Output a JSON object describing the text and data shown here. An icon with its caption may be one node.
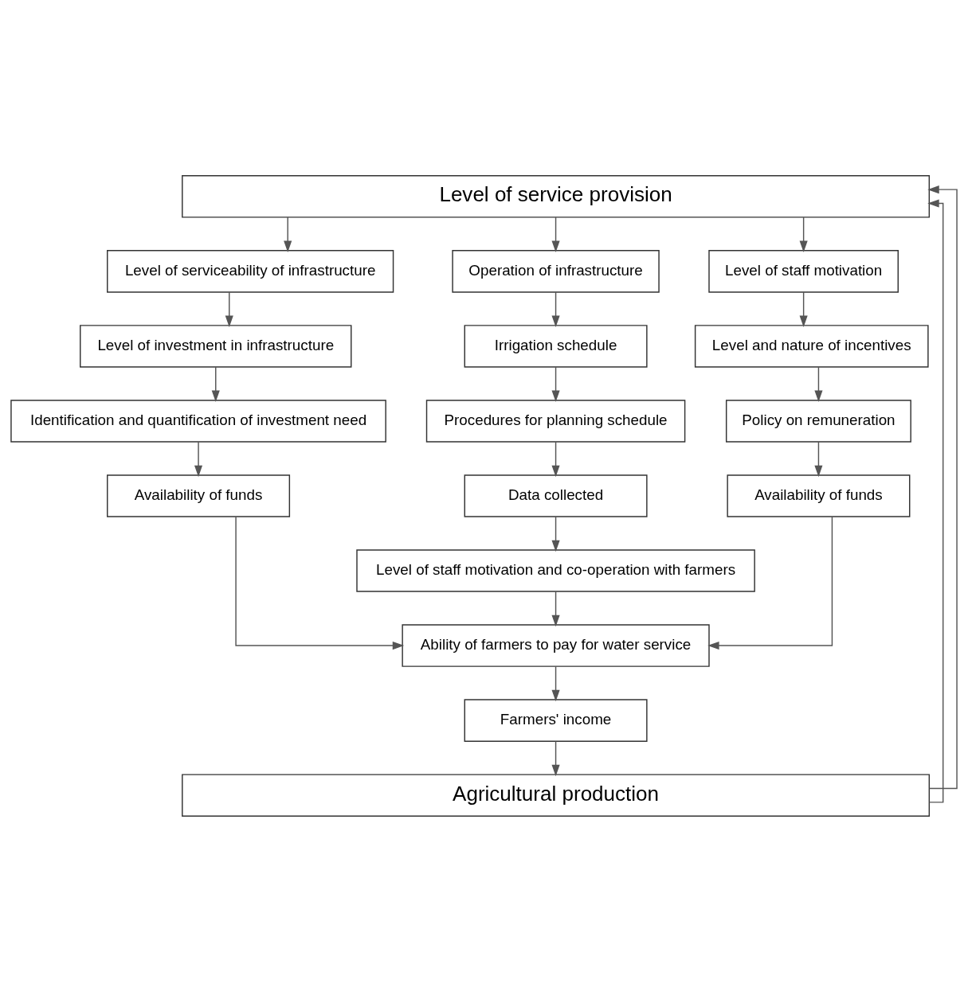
{
  "diagram": {
    "nodes": [
      {
        "text": [
          "Level of service provision"
        ]
      },
      {
        "text": [
          "Level of serviceability of infrastructure"
        ]
      },
      {
        "text": [
          "Level of investment in infrastructure"
        ]
      },
      {
        "text": [
          "Identification and quantification of investment need"
        ]
      },
      {
        "text": [
          "Availability of funds"
        ]
      },
      {
        "text": [
          "Operation of infrastructure"
        ]
      },
      {
        "text": [
          "Irrigation schedule"
        ]
      },
      {
        "text": [
          "Procedures for planning schedule"
        ]
      },
      {
        "text": [
          "Data collected"
        ]
      },
      {
        "text": [
          "Level of staff motivation and co-operation with farmers"
        ]
      },
      {
        "text": [
          "Ability of farmers to pay for water service"
        ]
      },
      {
        "text": [
          "Farmers' income"
        ]
      },
      {
        "text": [
          "Level of staff motivation"
        ]
      },
      {
        "text": [
          "Level and nature of incentives"
        ]
      },
      {
        "text": [
          "Policy on remuneration"
        ]
      },
      {
        "text": [
          "Availability of funds"
        ]
      },
      {
        "text": [
          "Agricultural production"
        ]
      }
    ],
    "edges": [
      {
        "from": 0,
        "to": 1,
        "arrow": "to"
      },
      {
        "from": 0,
        "to": 5,
        "arrow": "to"
      },
      {
        "from": 0,
        "to": 12,
        "arrow": "to"
      },
      {
        "from": 1,
        "to": 2,
        "arrow": "to"
      },
      {
        "from": 2,
        "to": 3,
        "arrow": "to"
      },
      {
        "from": 3,
        "to": 4,
        "arrow": "to"
      },
      {
        "from": 5,
        "to": 6,
        "arrow": "to"
      },
      {
        "from": 6,
        "to": 7,
        "arrow": "to"
      },
      {
        "from": 7,
        "to": 8,
        "arrow": "to"
      },
      {
        "from": 8,
        "to": 9,
        "arrow": "to"
      },
      {
        "from": 9,
        "to": 10,
        "arrow": "to"
      },
      {
        "from": 10,
        "to": 11,
        "arrow": "to"
      },
      {
        "from": 11,
        "to": 16,
        "arrow": "to"
      },
      {
        "from": 12,
        "to": 13,
        "arrow": "to"
      },
      {
        "from": 13,
        "to": 14,
        "arrow": "to"
      },
      {
        "from": 14,
        "to": 15,
        "arrow": "to"
      },
      {
        "from": 4,
        "to": 10,
        "arrow": "to"
      },
      {
        "from": 15,
        "to": 10,
        "arrow": "to"
      },
      {
        "from": 16,
        "to": 0,
        "arrow": "to"
      },
      {
        "from": 16,
        "to": 0,
        "arrow": "to"
      }
    ]
  }
}
